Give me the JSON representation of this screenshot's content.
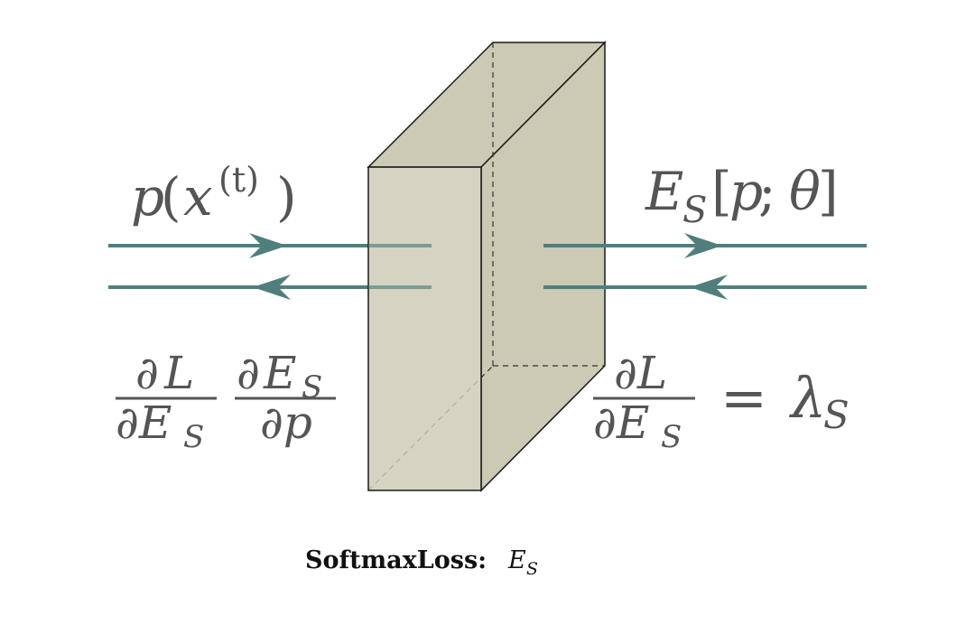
{
  "colors": {
    "arrow": "#4f7f7d",
    "box_fill": "#ccc9b4",
    "box_stroke": "#1a1a1a",
    "label_text": "#555555",
    "caption_text": "#111111"
  },
  "labels": {
    "input_label": {
      "p": "p",
      "x": "x",
      "t": "(t)"
    },
    "output_label": {
      "E": "E",
      "S": "S",
      "p": "p",
      "theta": "θ"
    },
    "left_gradient": {
      "d1": "∂",
      "L": "L",
      "dE": "∂E",
      "S": "S",
      "d2": "∂",
      "E": "E",
      "p": "∂p"
    },
    "right_gradient": {
      "dL": "∂L",
      "dE": "∂E",
      "S": "S",
      "equals": "=",
      "lambda": "λ"
    }
  },
  "caption": {
    "name": "SoftmaxLoss:",
    "symbol": "E",
    "subscript": "S"
  }
}
